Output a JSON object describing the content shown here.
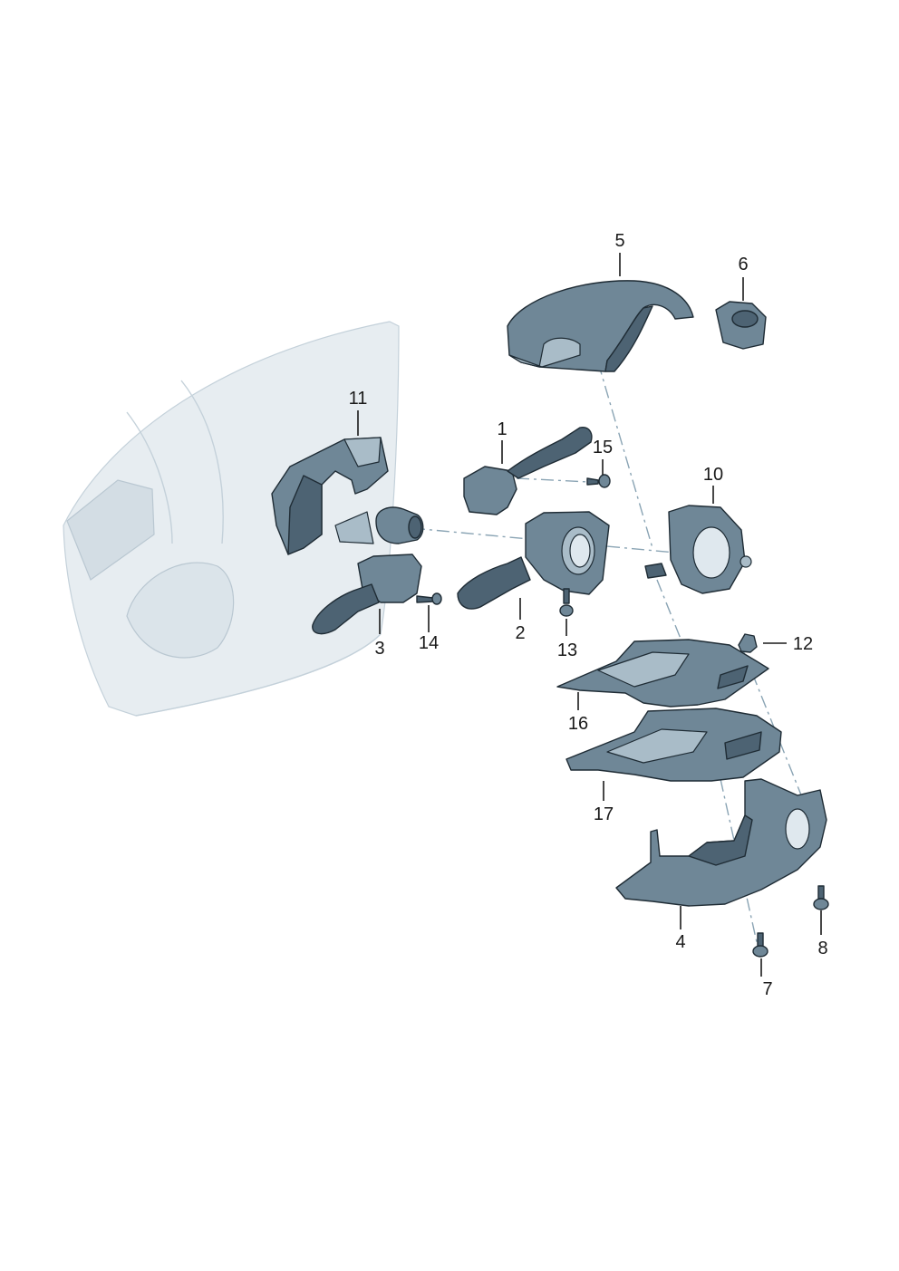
{
  "callouts": [
    {
      "id": "1",
      "label": "1"
    },
    {
      "id": "2",
      "label": "2"
    },
    {
      "id": "3",
      "label": "3"
    },
    {
      "id": "4",
      "label": "4"
    },
    {
      "id": "5",
      "label": "5"
    },
    {
      "id": "6",
      "label": "6"
    },
    {
      "id": "7",
      "label": "7"
    },
    {
      "id": "8",
      "label": "8"
    },
    {
      "id": "10",
      "label": "10"
    },
    {
      "id": "11",
      "label": "11"
    },
    {
      "id": "12",
      "label": "12"
    },
    {
      "id": "13",
      "label": "13"
    },
    {
      "id": "14",
      "label": "14"
    },
    {
      "id": "15",
      "label": "15"
    },
    {
      "id": "16",
      "label": "16"
    },
    {
      "id": "17",
      "label": "17"
    }
  ],
  "colors": {
    "part_fill": "#6f8797",
    "part_dark": "#4d6373",
    "part_light": "#a9bcc8",
    "outline": "#1f2c35",
    "dashboard_ghost": "#e7edf1"
  }
}
